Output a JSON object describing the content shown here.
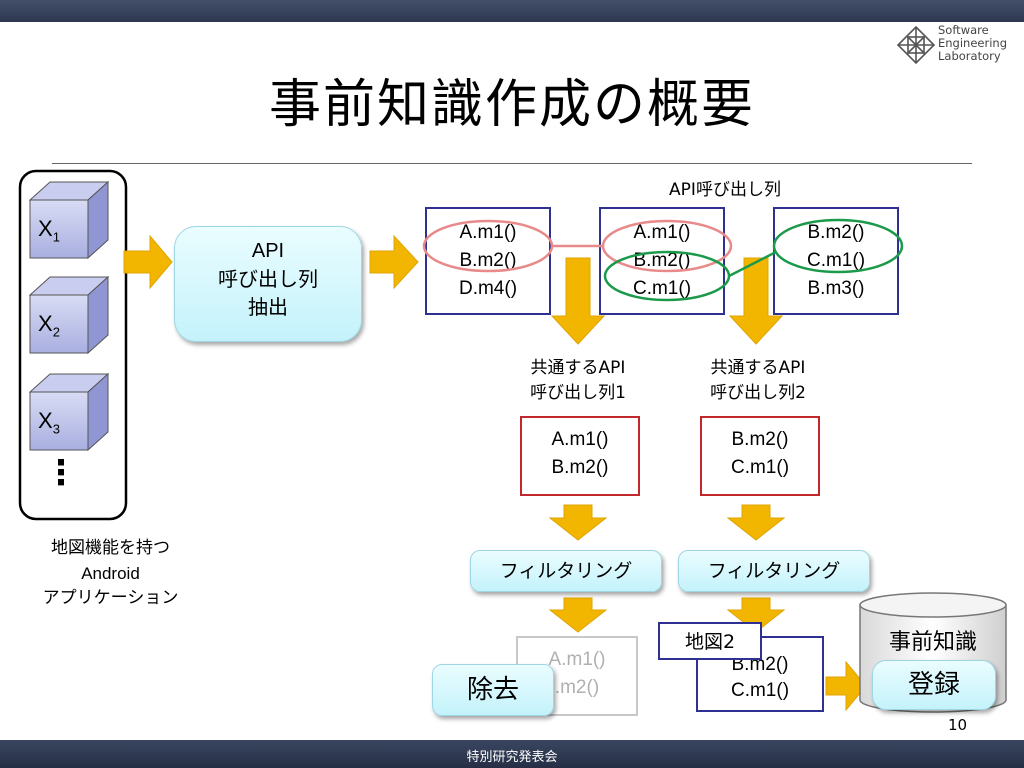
{
  "slide": {
    "title": "事前知識作成の概要",
    "footer": "特別研究発表会",
    "page_number": "10"
  },
  "logo": {
    "lines": [
      "Software",
      "Engineering",
      "Laboratory"
    ]
  },
  "apps": {
    "items": [
      {
        "base": "X",
        "sub": "1"
      },
      {
        "base": "X",
        "sub": "2"
      },
      {
        "base": "X",
        "sub": "3"
      }
    ],
    "ellipsis": "⋮",
    "caption": [
      "地図機能を持つ",
      "Android",
      "アプリケーション"
    ]
  },
  "extract_box": {
    "lines": [
      "API",
      "呼び出し列",
      "抽出"
    ]
  },
  "sequences": {
    "header": "API呼び出し列",
    "seq1": [
      "A.m1()",
      "B.m2()",
      "D.m4()"
    ],
    "seq2": [
      "A.m1()",
      "B.m2()",
      "C.m1()"
    ],
    "seq3": [
      "B.m2()",
      "C.m1()",
      "B.m3()"
    ]
  },
  "common": {
    "label1": [
      "共通するAPI",
      "呼び出し列1"
    ],
    "label2": [
      "共通するAPI",
      "呼び出し列2"
    ],
    "seq1": [
      "A.m1()",
      "B.m2()"
    ],
    "seq2": [
      "B.m2()",
      "C.m1()"
    ]
  },
  "filter": {
    "label1": "フィルタリング",
    "label2": "フィルタリング"
  },
  "results": {
    "removed_seq": [
      "A.m1()",
      ".m2()"
    ],
    "removed_label": "除去",
    "kept_seq": [
      "B.m2()",
      "C.m1()"
    ],
    "kept_tag": "地図2",
    "register_label": "登録"
  },
  "database": {
    "label": "事前知識"
  },
  "colors": {
    "arrow": "#f2b500",
    "doc_border": "#2e3192",
    "common_border": "#c0282d",
    "highlight_red": "#e88a8a",
    "highlight_green": "#1a9a4a"
  }
}
